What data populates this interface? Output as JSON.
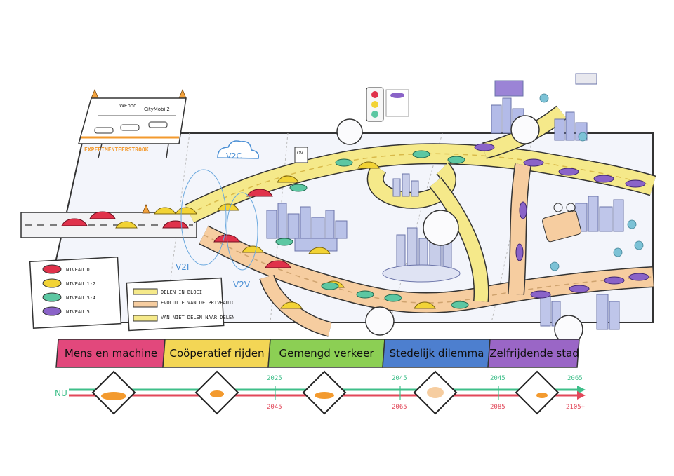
{
  "test_strip": {
    "label": "EXPERIMENTEERSTROOK",
    "vehicles": [
      "WEpod",
      "CityMobil2"
    ]
  },
  "comm_labels": {
    "v2c": "V2C",
    "v2i": "V2I",
    "v2v": "V2V"
  },
  "box_label": "OV",
  "legend_levels": [
    {
      "label": "NIVEAU 0",
      "color": "#e0324b"
    },
    {
      "label": "NIVEAU 1-2",
      "color": "#f2d335"
    },
    {
      "label": "NIVEAU 3-4",
      "color": "#5cc7a2"
    },
    {
      "label": "NIVEAU 5",
      "color": "#8a63c8"
    }
  ],
  "legend_roads": [
    "DELEN IN BLOEI",
    "EVOLUTIE VAN DE PRIVEAUTO",
    "VAN NIET DELEN NAAR DELEN"
  ],
  "phases": [
    {
      "label": "Mens en machine",
      "color": "#e2487c"
    },
    {
      "label": "Coöperatief rijden",
      "color": "#f3d655"
    },
    {
      "label": "Gemengd verkeer",
      "color": "#8ccf54"
    },
    {
      "label": "Stedelijk dilemma",
      "color": "#4d7fcf"
    },
    {
      "label": "Zelfrijdende stad",
      "color": "#9a66c6"
    }
  ],
  "timeline": {
    "start_label": "NU",
    "green_years": [
      "2025",
      "2045",
      "2045",
      "2065"
    ],
    "red_years": [
      "2045",
      "2065",
      "2085",
      "2105+"
    ],
    "green_color": "#3fbf8a",
    "red_color": "#e2485a"
  }
}
